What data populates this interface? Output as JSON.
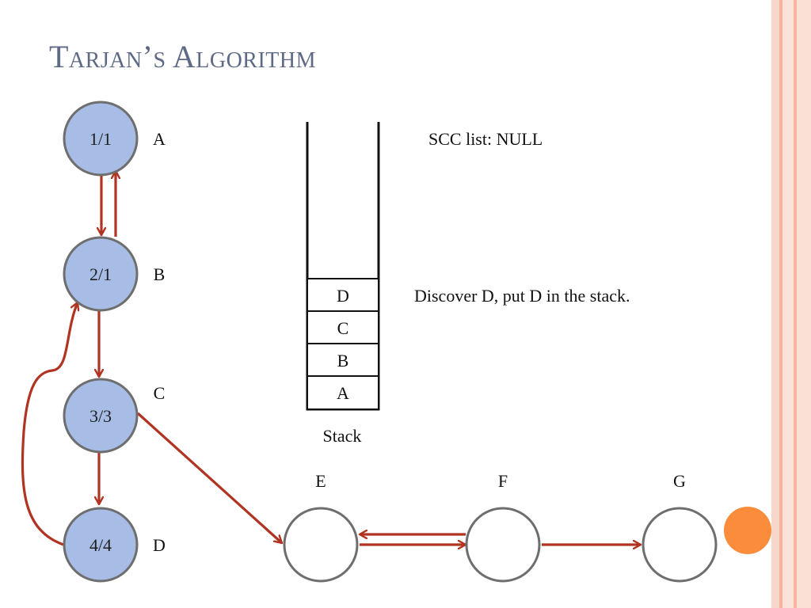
{
  "title": "Tarjan’s Algorithm",
  "colors": {
    "title": "#5e6a85",
    "visited_fill": "#a7bde6",
    "node_stroke": "#6e6e6e",
    "edge": "#b03421",
    "current_marker": "#fb8c3b",
    "stripe_light": "#fbe3da",
    "stripe_dark": "#f4b49e"
  },
  "vertices": [
    {
      "id": "A",
      "letter": "A",
      "label": "1/1",
      "visited": true
    },
    {
      "id": "B",
      "letter": "B",
      "label": "2/1",
      "visited": true
    },
    {
      "id": "C",
      "letter": "C",
      "label": "3/3",
      "visited": true
    },
    {
      "id": "D",
      "letter": "D",
      "label": "4/4",
      "visited": true
    },
    {
      "id": "E",
      "letter": "E",
      "label": "",
      "visited": false
    },
    {
      "id": "F",
      "letter": "F",
      "label": "",
      "visited": false
    },
    {
      "id": "G",
      "letter": "G",
      "label": "",
      "visited": false
    }
  ],
  "edges": [
    {
      "from": "A",
      "to": "B"
    },
    {
      "from": "B",
      "to": "A"
    },
    {
      "from": "B",
      "to": "C"
    },
    {
      "from": "C",
      "to": "D"
    },
    {
      "from": "D",
      "to": "B"
    },
    {
      "from": "C",
      "to": "E"
    },
    {
      "from": "E",
      "to": "F"
    },
    {
      "from": "F",
      "to": "E"
    },
    {
      "from": "F",
      "to": "G"
    }
  ],
  "stack": {
    "label": "Stack",
    "items_top_to_bottom": [
      "D",
      "C",
      "B",
      "A"
    ]
  },
  "scc_list": "SCC list: NULL",
  "step_text": "Discover D, put D in the stack.",
  "current_marker_icon": "orange-circle-icon"
}
